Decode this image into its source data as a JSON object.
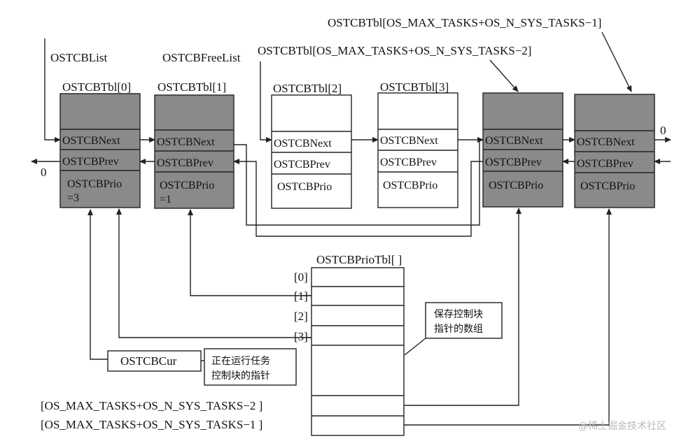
{
  "labels": {
    "tcb_list": "OSTCBList",
    "tcb_free_list": "OSTCBFreeList",
    "tbl_last": "OSTCBTbl[OS_MAX_TASKS+OS_N_SYS_TASKS−1]",
    "tbl_second_last": "OSTCBTbl[OS_MAX_TASKS+OS_N_SYS_TASKS−2]",
    "prio_tbl_title": "OSTCBPrioTbl[ ]",
    "cur": "OSTCBCur",
    "cur_note_line1": "正在运行任务",
    "cur_note_line2": "控制块的指针",
    "array_note_line1": "保存控制块",
    "array_note_line2": "指针的数组",
    "null_left": "0",
    "null_right": "0",
    "watermark": "@稀土掘金技术社区"
  },
  "tcbs": [
    {
      "title": "OSTCBTbl[0]",
      "next": "OSTCBNext",
      "prev": "OSTCBPrev",
      "prio": "OSTCBPrio",
      "prio_val": "=3",
      "shaded": true
    },
    {
      "title": "OSTCBTbl[1]",
      "next": "OSTCBNext",
      "prev": "OSTCBPrev",
      "prio": "OSTCBPrio",
      "prio_val": "=1",
      "shaded": true
    },
    {
      "title": "OSTCBTbl[2]",
      "next": "OSTCBNext",
      "prev": "OSTCBPrev",
      "prio": "OSTCBPrio",
      "prio_val": "",
      "shaded": false
    },
    {
      "title": "OSTCBTbl[3]",
      "next": "OSTCBNext",
      "prev": "OSTCBPrev",
      "prio": "OSTCBPrio",
      "prio_val": "",
      "shaded": false
    },
    {
      "title": "",
      "next": "OSTCBNext",
      "prev": "OSTCBPrev",
      "prio": "OSTCBPrio",
      "prio_val": "",
      "shaded": true
    },
    {
      "title": "",
      "next": "OSTCBNext",
      "prev": "OSTCBPrev",
      "prio": "OSTCBPrio",
      "prio_val": "",
      "shaded": true
    }
  ],
  "prio_rows": [
    {
      "index": "[0]"
    },
    {
      "index": "[1]"
    },
    {
      "index": "[2]"
    },
    {
      "index": "[3]"
    },
    {
      "index": "[OS_MAX_TASKS+OS_N_SYS_TASKS−2 ]"
    },
    {
      "index": "[OS_MAX_TASKS+OS_N_SYS_TASKS−1 ]"
    }
  ],
  "colors": {
    "shaded": "#8a8a8a",
    "plain": "#ffffff",
    "line": "#222222"
  }
}
